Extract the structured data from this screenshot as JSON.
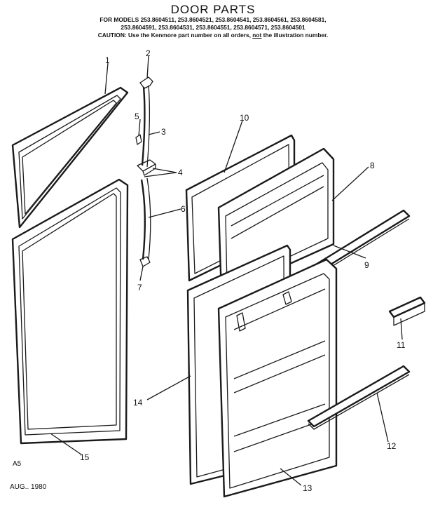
{
  "header": {
    "title": "DOOR PARTS",
    "line1": "FOR MODELS 253.8604511, 253.8604521, 253.8604541, 253.8604561, 253.8604581,",
    "line2": "253.8604591, 253.8604531, 253.8604551, 253.8604571, 253.8604501",
    "line3_pre": "CAUTION: Use the Kenmore part number on all orders, ",
    "line3_em": "not",
    "line3_post": " the illustration number."
  },
  "callouts": {
    "c1": "1",
    "c2": "2",
    "c3": "3",
    "c4": "4",
    "c5": "5",
    "c6": "6",
    "c7": "7",
    "c8": "8",
    "c9": "9",
    "c10": "10",
    "c11": "11",
    "c12": "12",
    "c13": "13",
    "c14": "14",
    "c15": "15"
  },
  "footer": {
    "code": "A5",
    "date": "AUG.. 1980"
  }
}
